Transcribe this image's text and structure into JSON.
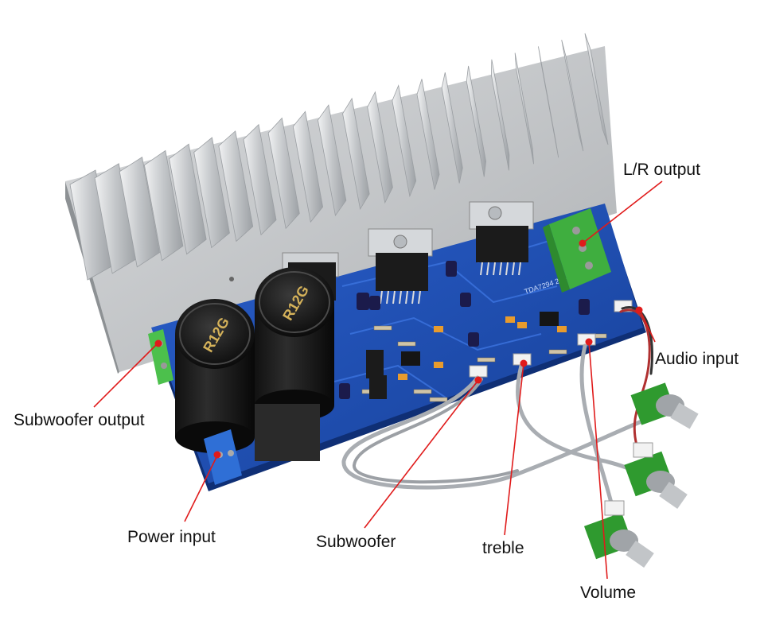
{
  "labels": {
    "lr_output": "L/R output",
    "audio_input": "Audio input",
    "subwoofer_output": "Subwoofer output",
    "power_input": "Power input",
    "subwoofer": "Subwoofer",
    "treble": "treble",
    "volume": "Volume"
  },
  "board": {
    "capacitor_marking": "R12G",
    "silkscreen": "TDA7294  2.1-3"
  },
  "colors": {
    "pcb": "#1f4fb0",
    "heatsink": "#c9cbcd",
    "terminal_green": "#3fae3f",
    "terminal_blue": "#2f6fd6",
    "callout": "#e01b1b",
    "capacitor": "#1a1a1a"
  }
}
